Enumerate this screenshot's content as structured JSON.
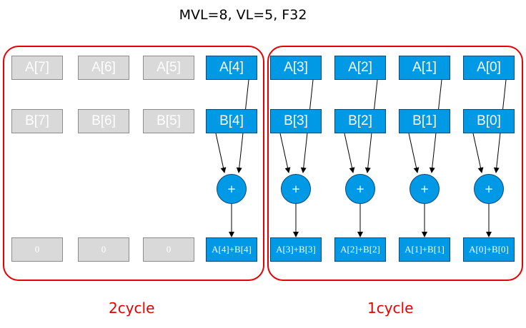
{
  "title": "MVL=8, VL=5, F32",
  "row_a": [
    "A[7]",
    "A[6]",
    "A[5]",
    "A[4]",
    "A[3]",
    "A[2]",
    "A[1]",
    "A[0]"
  ],
  "row_b": [
    "B[7]",
    "B[6]",
    "B[5]",
    "B[4]",
    "B[3]",
    "B[2]",
    "B[1]",
    "B[0]"
  ],
  "row_result": [
    "0",
    "0",
    "0",
    "A[4]+B[4]",
    "A[3]+B[3]",
    "A[2]+B[2]",
    "A[1]+B[1]",
    "A[0]+B[0]"
  ],
  "adder_symbol": "+",
  "groups": [
    {
      "label": "2cycle"
    },
    {
      "label": "1cycle"
    }
  ],
  "colors": {
    "active": "#0099e6",
    "inactive": "#d9d9d9",
    "group_border": "#e60000",
    "label": "#e60000"
  }
}
